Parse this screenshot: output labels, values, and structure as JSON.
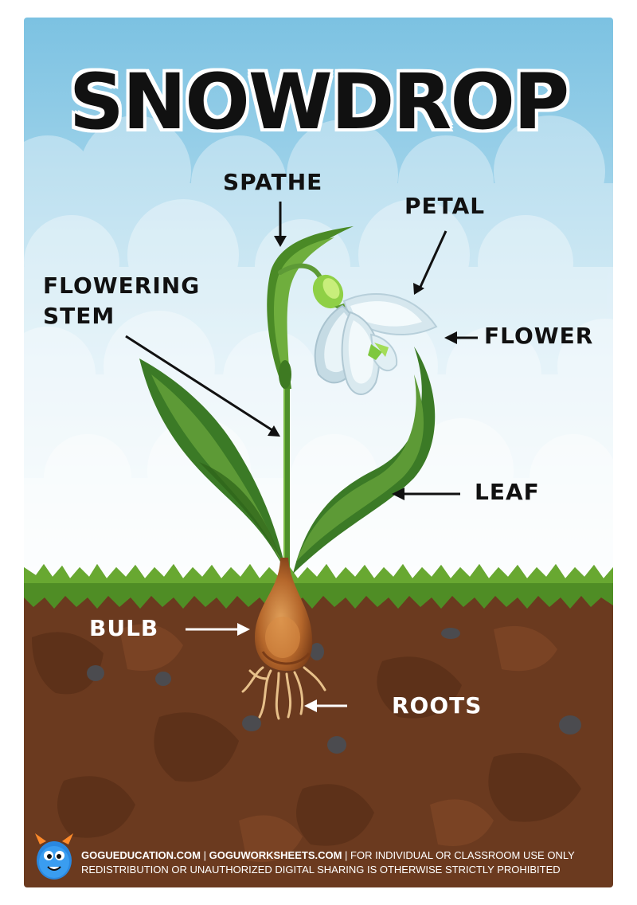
{
  "title": "SNOWDROP",
  "labels": {
    "spathe": "SPATHE",
    "petal": "PETAL",
    "flowering_stem_line1": "FLOWERING",
    "flowering_stem_line2": "STEM",
    "flower": "FLOWER",
    "leaf": "LEAF",
    "bulb": "BULB",
    "roots": "ROOTS"
  },
  "footer": {
    "site1": "GOGUEDUCATION.COM",
    "sep": " | ",
    "site2": "GOGUWORKSHEETS.COM",
    "notice1": " | FOR INDIVIDUAL OR CLASSROOM USE ONLY",
    "notice2": "REDISTRIBUTION  OR  UNAUTHORIZED   DIGITAL SHARING IS  OTHERWISE STRICTLY PROHIBITED"
  },
  "colors": {
    "sky_top": "#7dc3e3",
    "sky_bottom": "#e8f6fb",
    "soil": "#6b3a1f",
    "grass": "#5a9a2a",
    "leaf_dark": "#2f6b1f",
    "leaf_light": "#6aa53a",
    "petal": "#dfeef3",
    "bulb": "#b5672b"
  },
  "icons": {
    "mascot": "blue-monster-mascot-icon"
  }
}
